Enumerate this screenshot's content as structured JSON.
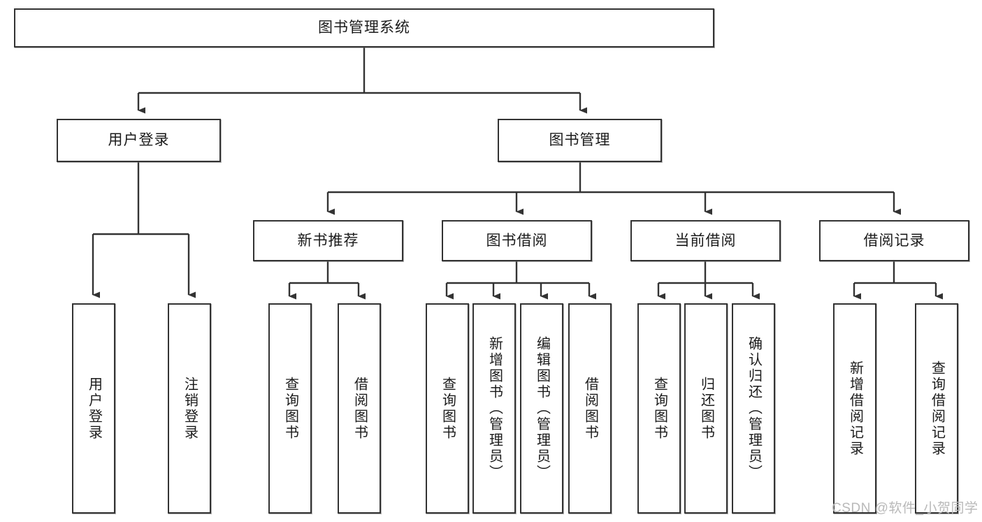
{
  "diagram": {
    "type": "tree-hierarchy-chart",
    "title": "图书管理系统",
    "watermark": "CSDN @软件_小贺同学",
    "colors": {
      "box_border": "#333333",
      "box_fill": "#ffffff",
      "connector": "#333333",
      "text": "#1b1b1b",
      "watermark": "#b9b9b9"
    }
  },
  "root": {
    "label": "图书管理系统"
  },
  "level2": [
    {
      "label": "用户登录"
    },
    {
      "label": "图书管理"
    }
  ],
  "level3": [
    {
      "label": "新书推荐"
    },
    {
      "label": "图书借阅"
    },
    {
      "label": "当前借阅"
    },
    {
      "label": "借阅记录"
    }
  ],
  "leaves": {
    "user_login": [
      {
        "label": "用户登录"
      },
      {
        "label": "注销登录"
      }
    ],
    "new_book": [
      {
        "label": "查询图书"
      },
      {
        "label": "借阅图书"
      }
    ],
    "book_borrow": [
      {
        "label": "查询图书"
      },
      {
        "label": "新增图书（管理员）"
      },
      {
        "label": "编辑图书（管理员）"
      },
      {
        "label": "借阅图书"
      }
    ],
    "current_borrow": [
      {
        "label": "查询图书"
      },
      {
        "label": "归还图书"
      },
      {
        "label": "确认归还（管理员）"
      }
    ],
    "borrow_record": [
      {
        "label": "新增借阅记录"
      },
      {
        "label": "查询借阅记录"
      }
    ]
  }
}
